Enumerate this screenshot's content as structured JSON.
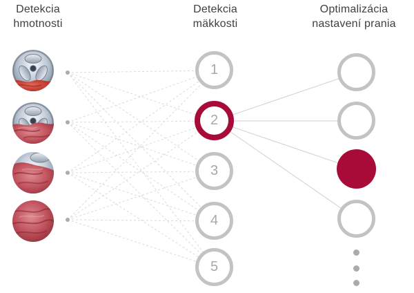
{
  "colors": {
    "accent_red": "#A80B37",
    "circle_gray": "#C3C3C3",
    "number_gray": "#A8A8A8",
    "dashed_line_gray": "#DADADA",
    "solid_line_gray": "#CFCFCF",
    "header_text": "#3F3F3F",
    "dot_gray": "#ABABAB",
    "background": "#FFFFFF"
  },
  "headers": {
    "left": {
      "line1": "Detekcia",
      "line2": "hmotnosti"
    },
    "middle": {
      "line1": "Detekcia",
      "line2": "mäkkosti"
    },
    "right": {
      "line1": "Optimalizácia",
      "line2": "nastavení prania"
    }
  },
  "left_column": {
    "images": [
      {
        "icon": "washer-drum-light-load-icon",
        "fabric_coverage": "small"
      },
      {
        "icon": "washer-drum-half-load-icon",
        "fabric_coverage": "half"
      },
      {
        "icon": "washer-drum-large-load-icon",
        "fabric_coverage": "large"
      },
      {
        "icon": "washer-drum-full-load-icon",
        "fabric_coverage": "full"
      }
    ]
  },
  "middle_column": {
    "nodes": [
      {
        "label": "1",
        "state": "default"
      },
      {
        "label": "2",
        "state": "selected"
      },
      {
        "label": "3",
        "state": "default"
      },
      {
        "label": "4",
        "state": "default"
      },
      {
        "label": "5",
        "state": "default"
      }
    ]
  },
  "right_column": {
    "nodes": [
      {
        "state": "default"
      },
      {
        "state": "default"
      },
      {
        "state": "selected-filled"
      },
      {
        "state": "default"
      }
    ],
    "ellipsis_dots": 3
  }
}
